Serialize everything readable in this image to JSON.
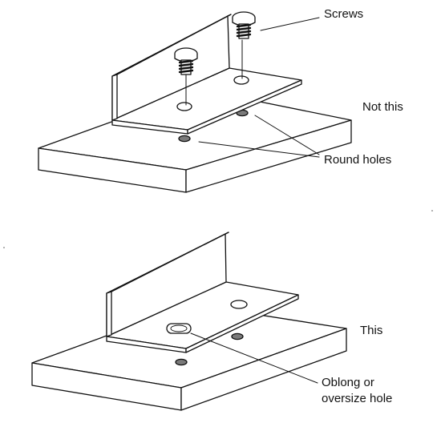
{
  "labels": {
    "screws": "Screws",
    "not_this": "Not this",
    "round_holes": "Round holes",
    "this": "This",
    "oblong_line1": "Oblong or",
    "oblong_line2": "oversize hole"
  },
  "colors": {
    "stroke": "#111111",
    "fill": "#ffffff",
    "hole": "#7a7a7a"
  }
}
